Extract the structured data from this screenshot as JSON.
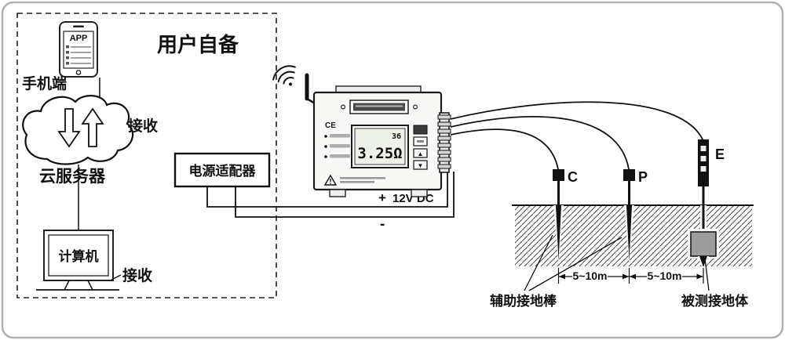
{
  "user_area": {
    "title": "用户自备"
  },
  "phone": {
    "app_label": "APP",
    "device_label": "手机端"
  },
  "cloud": {
    "label": "云服务器",
    "receive_label": "接收"
  },
  "computer": {
    "label": "计算机",
    "receive_label": "接收"
  },
  "adapter": {
    "label": "电源适配器"
  },
  "power": {
    "plus": "+",
    "minus": "-",
    "voltage": "12V DC"
  },
  "device": {
    "ce_mark": "CE",
    "lcd_value": "3.25Ω",
    "lcd_aux": "36",
    "up_icon": "▲",
    "down_icon": "▼"
  },
  "electrodes": {
    "c": "C",
    "p": "P",
    "e": "E"
  },
  "distances": {
    "cp": "5~10m",
    "pe": "5~10m"
  },
  "annotations": {
    "aux_rods": "辅助接地棒",
    "measured_body": "被测接地体"
  }
}
